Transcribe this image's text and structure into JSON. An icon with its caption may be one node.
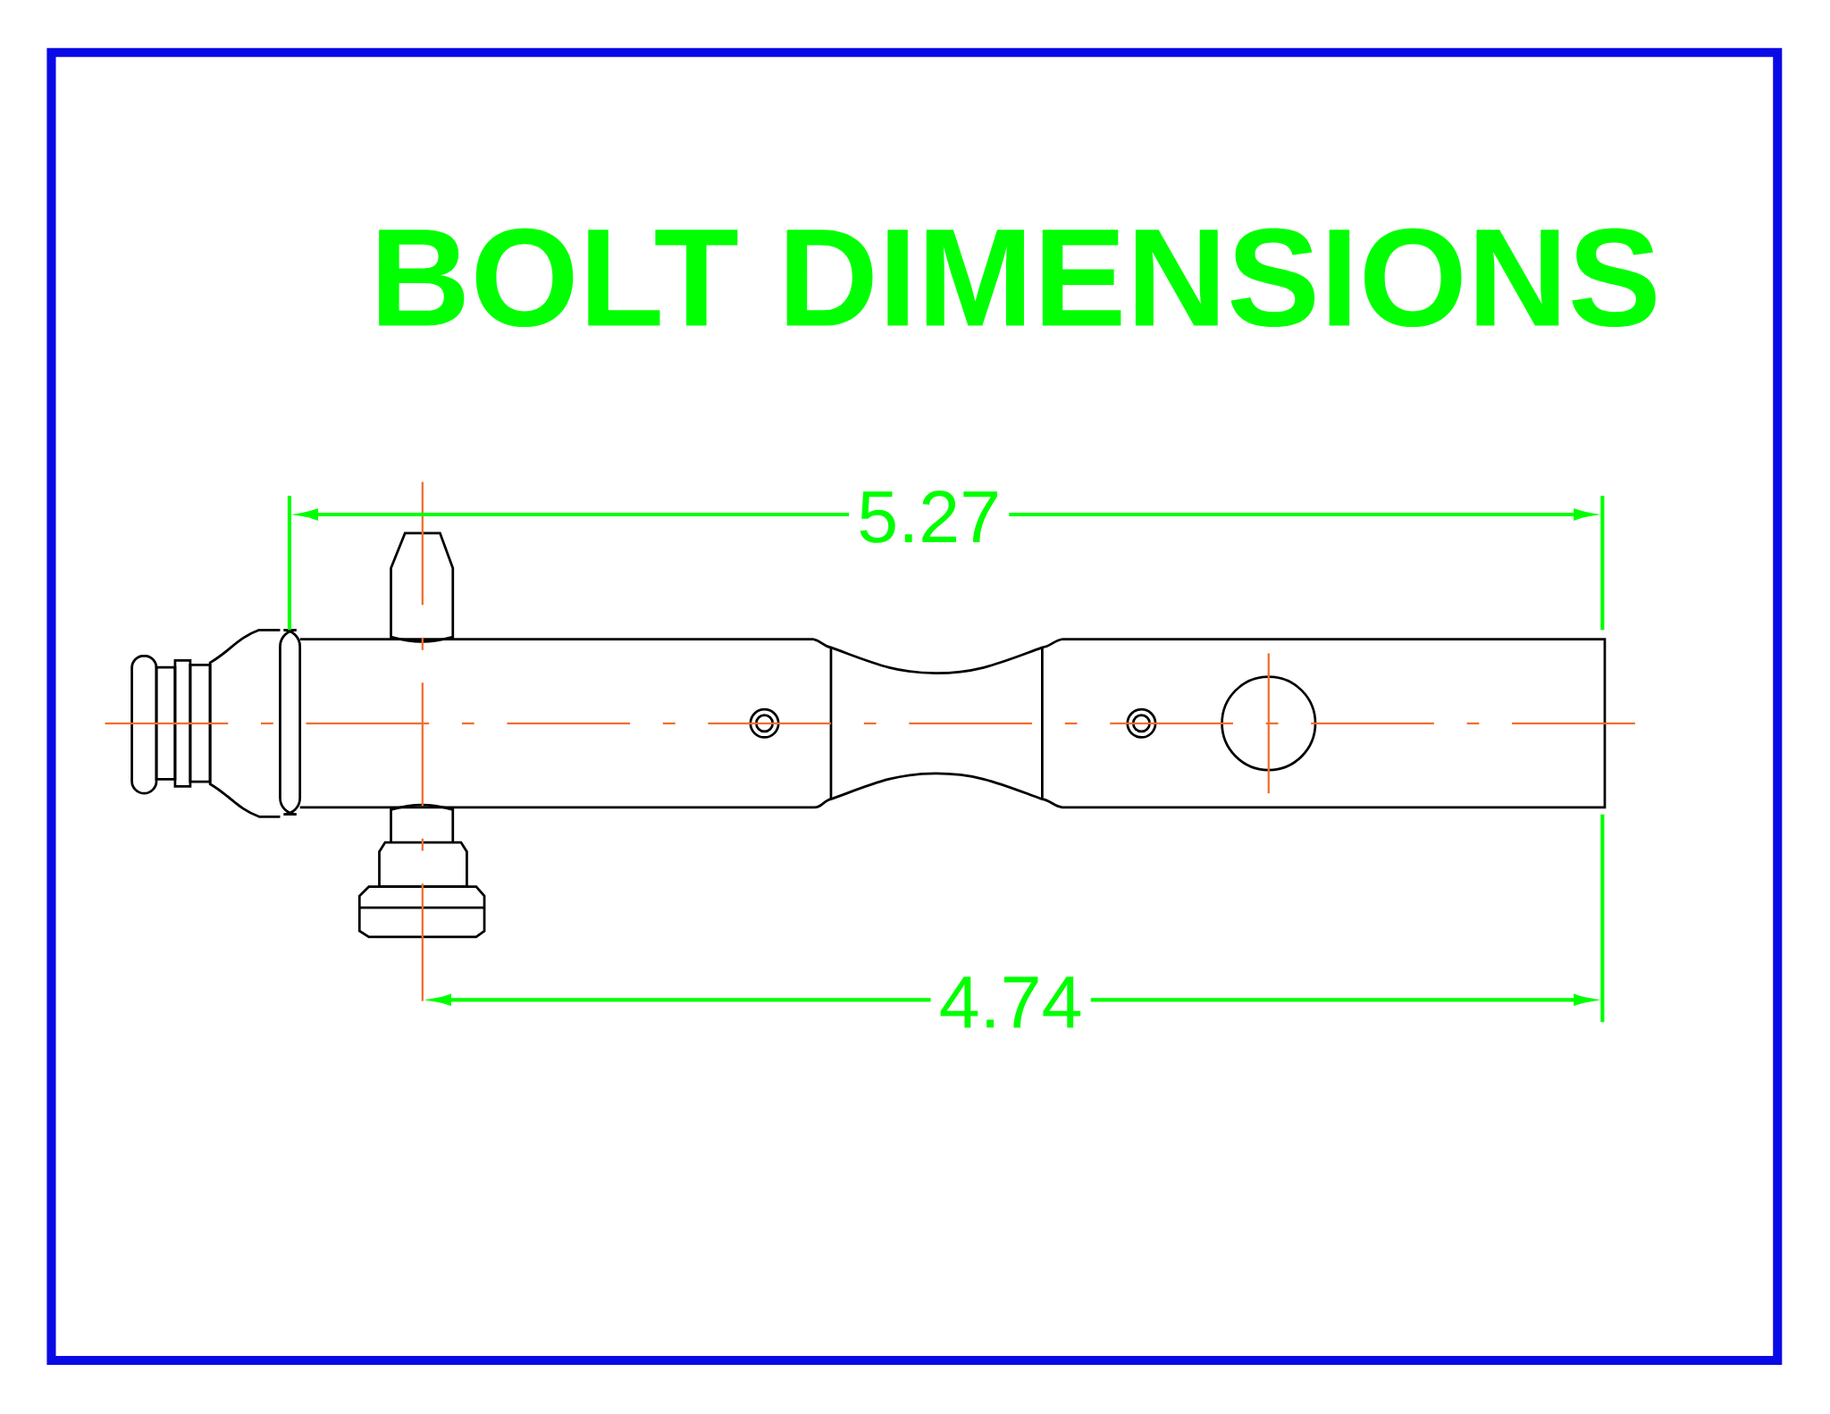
{
  "diagram": {
    "title": "BOLT DIMENSIONS",
    "labels": [
      "5.27",
      "4.74"
    ]
  }
}
